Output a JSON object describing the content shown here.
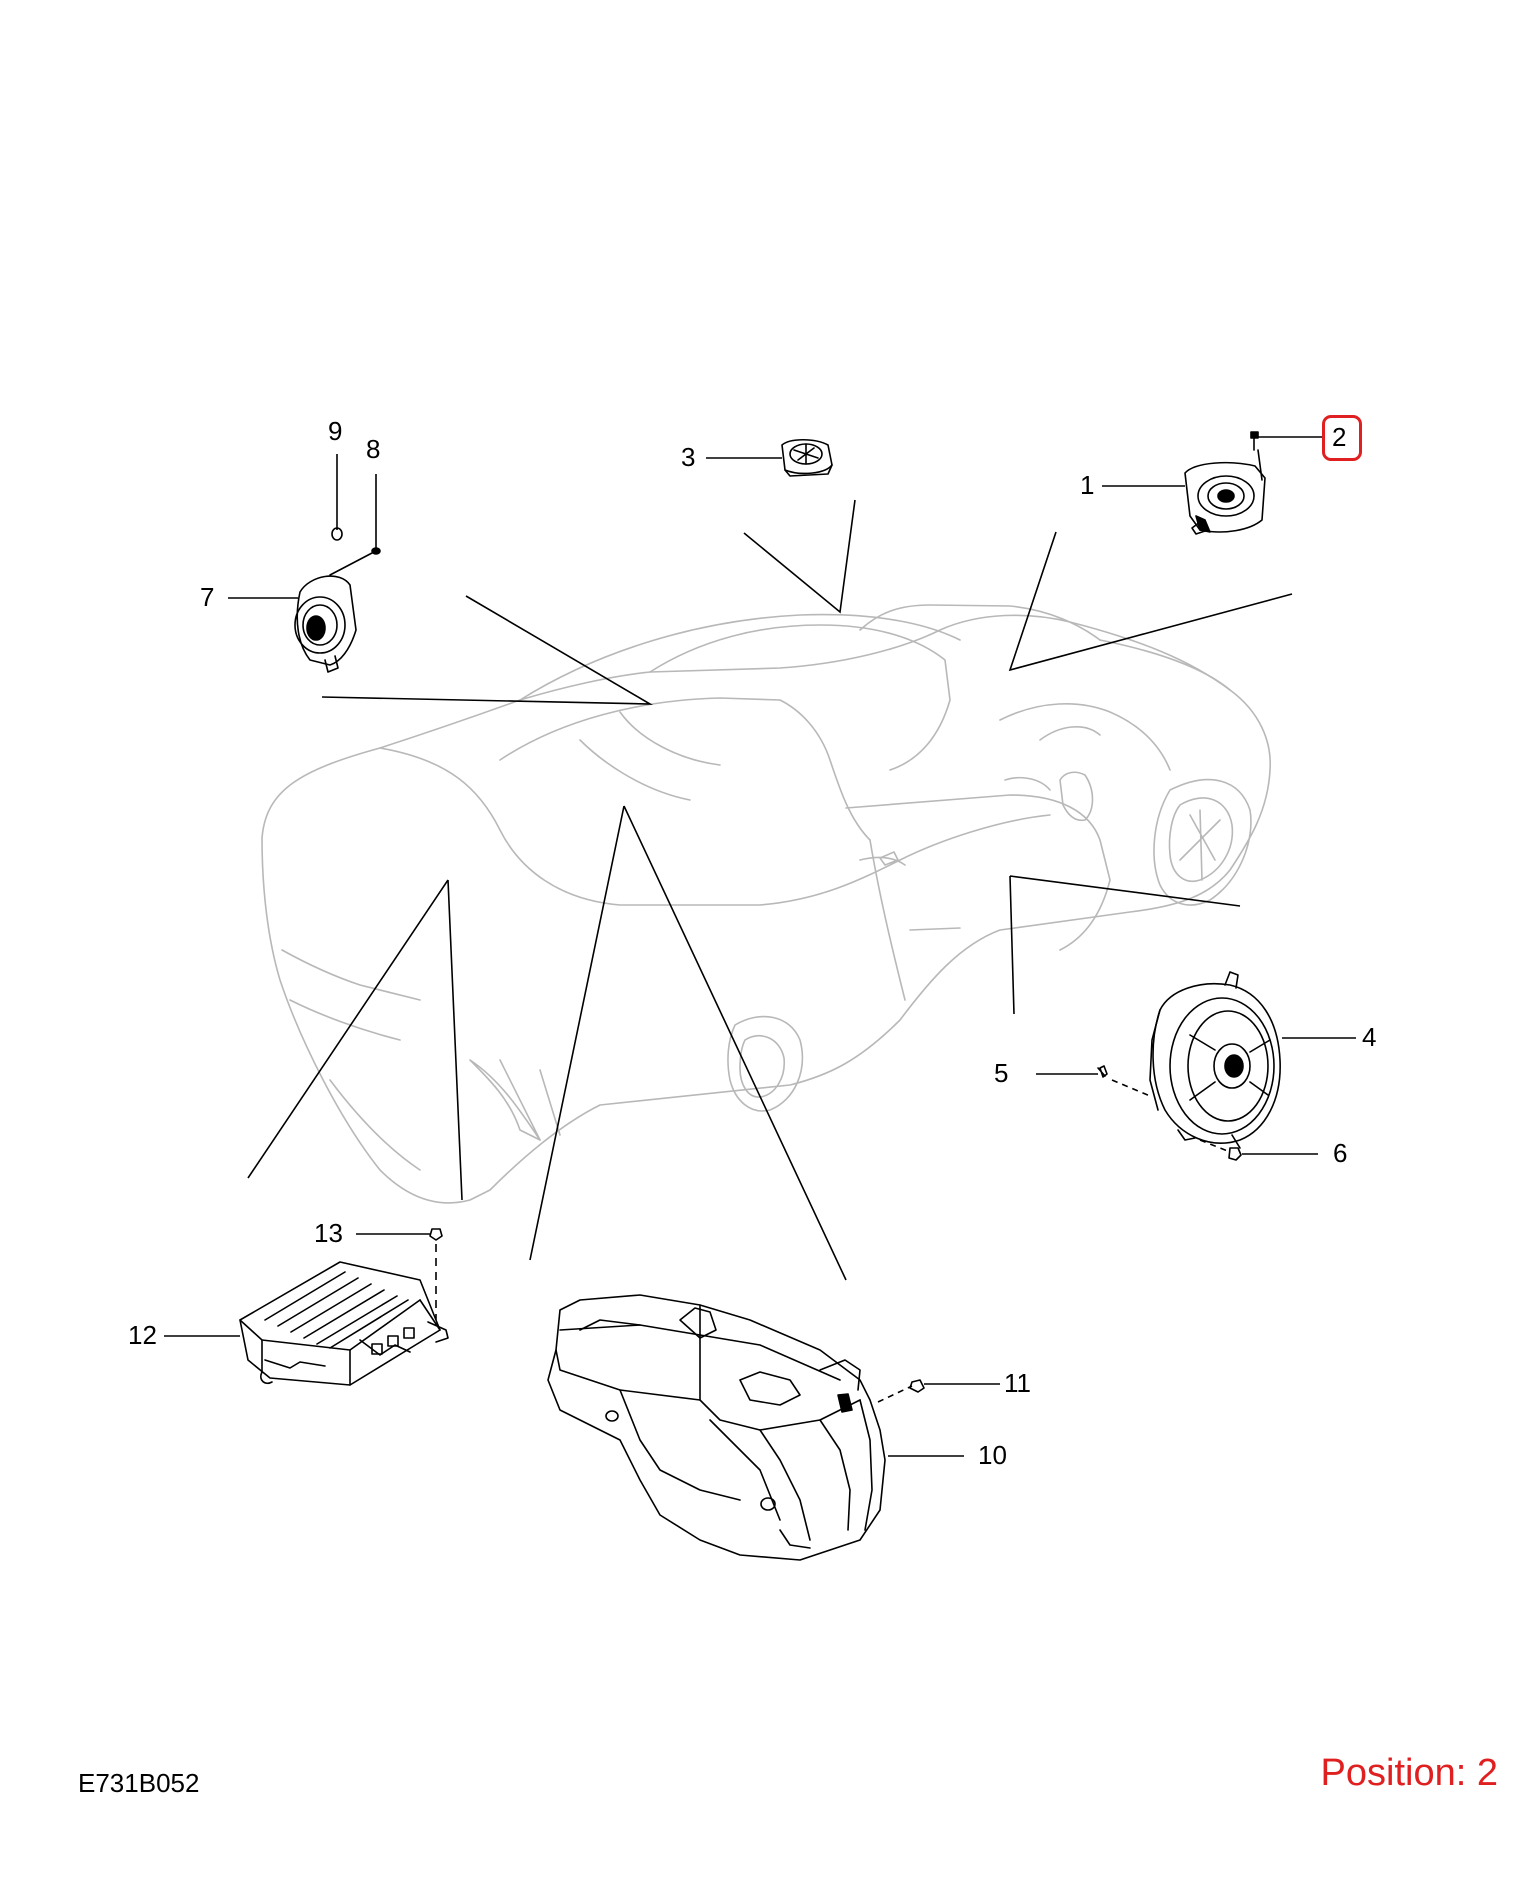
{
  "diagram": {
    "code": "E731B052",
    "position_label": "Position: 2",
    "selected_callout": "2",
    "colors": {
      "line": "#000000",
      "car_outline": "#b8b8b8",
      "highlight": "#e02020"
    },
    "callouts": [
      {
        "id": "c1",
        "label": "1"
      },
      {
        "id": "c2",
        "label": "2"
      },
      {
        "id": "c3",
        "label": "3"
      },
      {
        "id": "c4",
        "label": "4"
      },
      {
        "id": "c5",
        "label": "5"
      },
      {
        "id": "c6",
        "label": "6"
      },
      {
        "id": "c7",
        "label": "7"
      },
      {
        "id": "c8",
        "label": "8"
      },
      {
        "id": "c9",
        "label": "9"
      },
      {
        "id": "c10",
        "label": "10"
      },
      {
        "id": "c11",
        "label": "11"
      },
      {
        "id": "c12",
        "label": "12"
      },
      {
        "id": "c13",
        "label": "13"
      }
    ]
  }
}
